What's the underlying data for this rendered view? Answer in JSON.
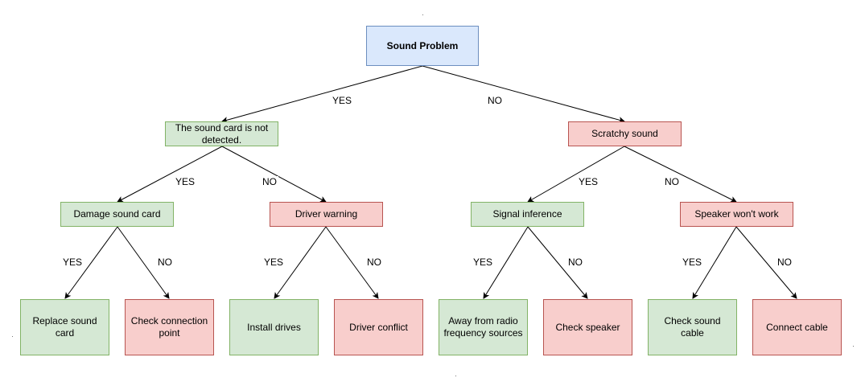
{
  "nodes": {
    "root": "Sound Problem",
    "card_not_detected": "The sound card is not detected.",
    "scratchy_sound": "Scratchy sound",
    "damage_sound_card": "Damage sound card",
    "driver_warning": "Driver warning",
    "signal_inference": "Signal inference",
    "speaker_wont_work": "Speaker won't work",
    "replace_sound_card": "Replace sound card",
    "check_connection_point": "Check connection point",
    "install_drives": "Install drives",
    "driver_conflict": "Driver conflict",
    "away_from_radio": "Away from radio frequency sources",
    "check_speaker": "Check speaker",
    "check_sound_cable": "Check sound cable",
    "connect_cable": "Connect cable"
  },
  "edge_labels": {
    "yes": "YES",
    "no": "NO"
  },
  "colors": {
    "root_fill": "#dae8fc",
    "root_stroke": "#6c8ebf",
    "yes_fill": "#d5e8d4",
    "yes_stroke": "#82b366",
    "no_fill": "#f8cecc",
    "no_stroke": "#b85450"
  }
}
